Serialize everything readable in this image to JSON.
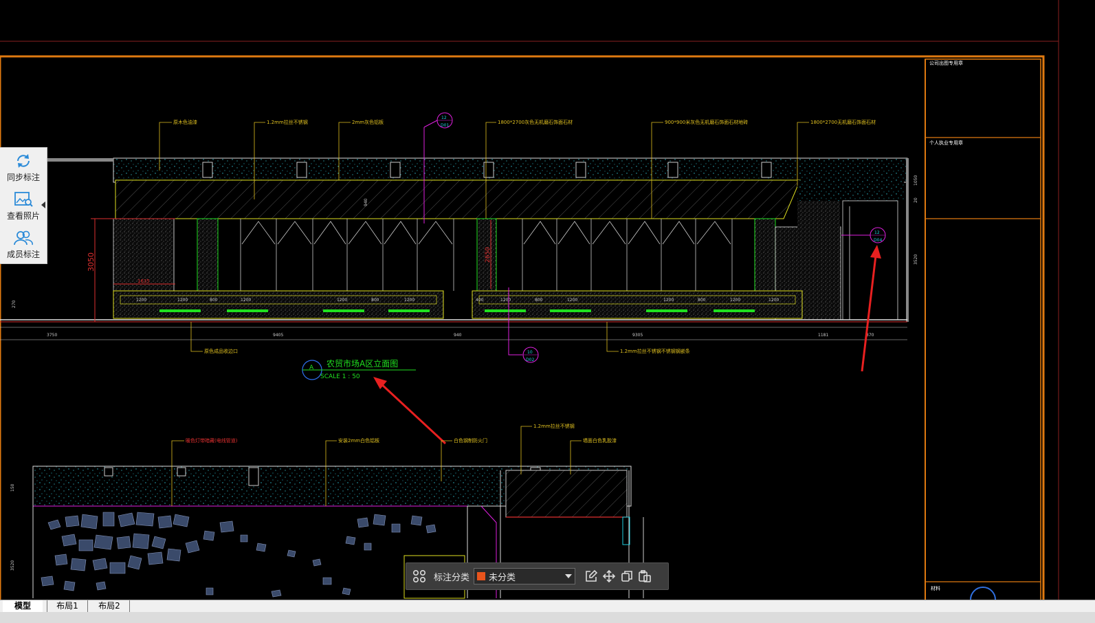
{
  "side_panel": {
    "sync_label": "同步标注",
    "photo_label": "查看照片",
    "member_label": "成员标注"
  },
  "drawing": {
    "title_block": {
      "company_label": "公司出图专用章",
      "personal_label": "个人执业专用章",
      "bottom_label": "材料"
    },
    "callouts_top": [
      "原木色油漆",
      "1.2mm拉丝不锈钢",
      "2mm灰色铝板",
      "1800*2700灰色无机磨石饰面石材",
      "900*900米灰色无机磨石饰面石材地砖",
      "1800*2700无机磨石饰面石材"
    ],
    "callouts_bottom": [
      "暖色灯带暗藏(电线管道)",
      "安装2mm白色铝板",
      "白色钢制防火门",
      "1.2mm拉丝不锈钢",
      "墙面白色乳胶漆"
    ],
    "note_left": "原色成品收边口",
    "note_right": "1.2mm拉丝不锈钢不锈钢钢嵌条",
    "dims": {
      "height_main": "3050",
      "sub_height": "2650",
      "bottom_row": [
        "3750",
        "9405",
        "940",
        "9305",
        "1181",
        "870"
      ],
      "counter_left": [
        "1200",
        "1200",
        "800",
        "1200",
        "1200",
        "800",
        "1200"
      ],
      "counter_right": [
        "400",
        "1200",
        "800",
        "1200",
        "1200",
        "800",
        "1200",
        "1200"
      ],
      "right_side": [
        "1050",
        "20",
        "3520"
      ],
      "left_side": [
        "270"
      ],
      "lower_left": [
        "150",
        "3520"
      ],
      "small_1635": "1635",
      "small_940": "940"
    },
    "section_marks": [
      {
        "top": "12",
        "bottom": "D01"
      },
      {
        "top": "10",
        "bottom": "D02"
      },
      {
        "top": "12",
        "bottom": "D04"
      }
    ],
    "elevation_title": {
      "letter": "A",
      "title": "农贸市场A区立面图",
      "scale": "SCALE 1 : 50"
    }
  },
  "toolbar": {
    "category_label": "标注分类",
    "selected_category": "未分类",
    "swatch_color": "#e8541c"
  },
  "tabs": [
    "模型",
    "布局1",
    "布局2"
  ],
  "colors": {
    "background": "#000000",
    "frame": "#e07a10",
    "annotation_arrow": "#e82020",
    "dimension": "#e03030",
    "callout_line": "#e0c020",
    "green": "#20e020",
    "magenta": "#e020e0",
    "cyan": "#20d0e0"
  }
}
